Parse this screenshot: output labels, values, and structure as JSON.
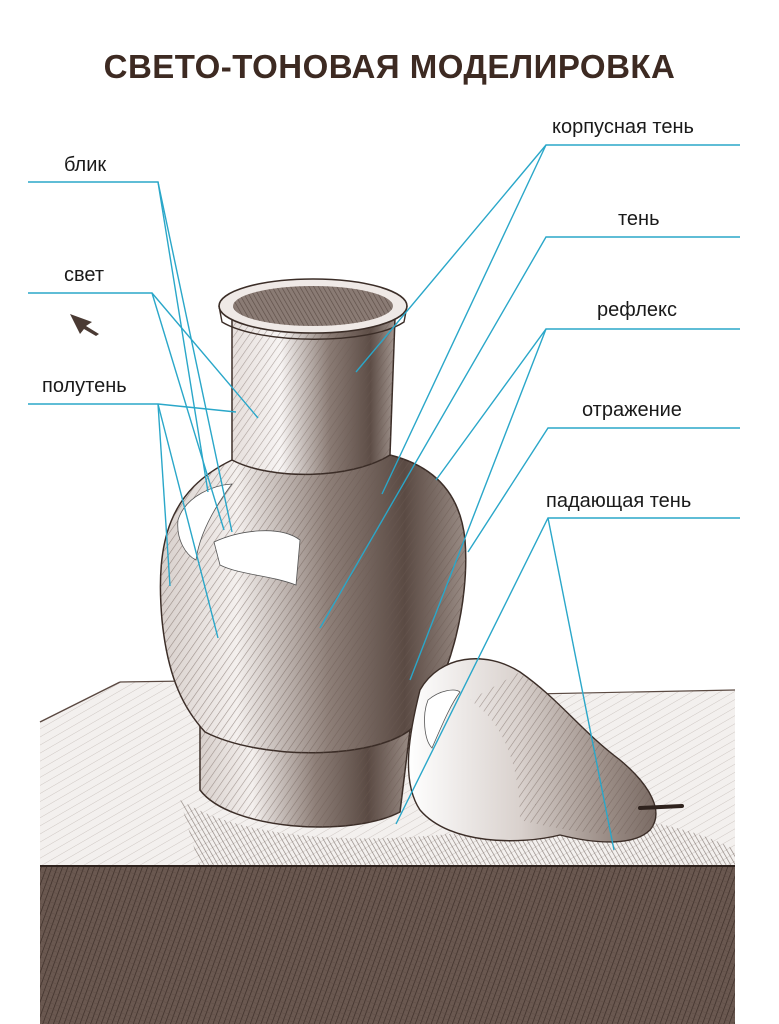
{
  "title": "СВЕТО-ТОНОВАЯ МОДЕЛИРОВКА",
  "colors": {
    "title": "#3d2a22",
    "leader_lines": "#2aa7c9",
    "shading": "#6b5a52",
    "paper": "#ffffff"
  },
  "labels_left": {
    "highlight": "блик",
    "light": "свет",
    "halftone": "полутень"
  },
  "labels_right": {
    "core_shadow": "корпусная тень",
    "shadow": "тень",
    "reflex": "рефлекс",
    "reflection": "отражение",
    "cast_shadow": "падающая тень"
  },
  "icons": {
    "light_direction": "arrow-down-right-icon"
  }
}
